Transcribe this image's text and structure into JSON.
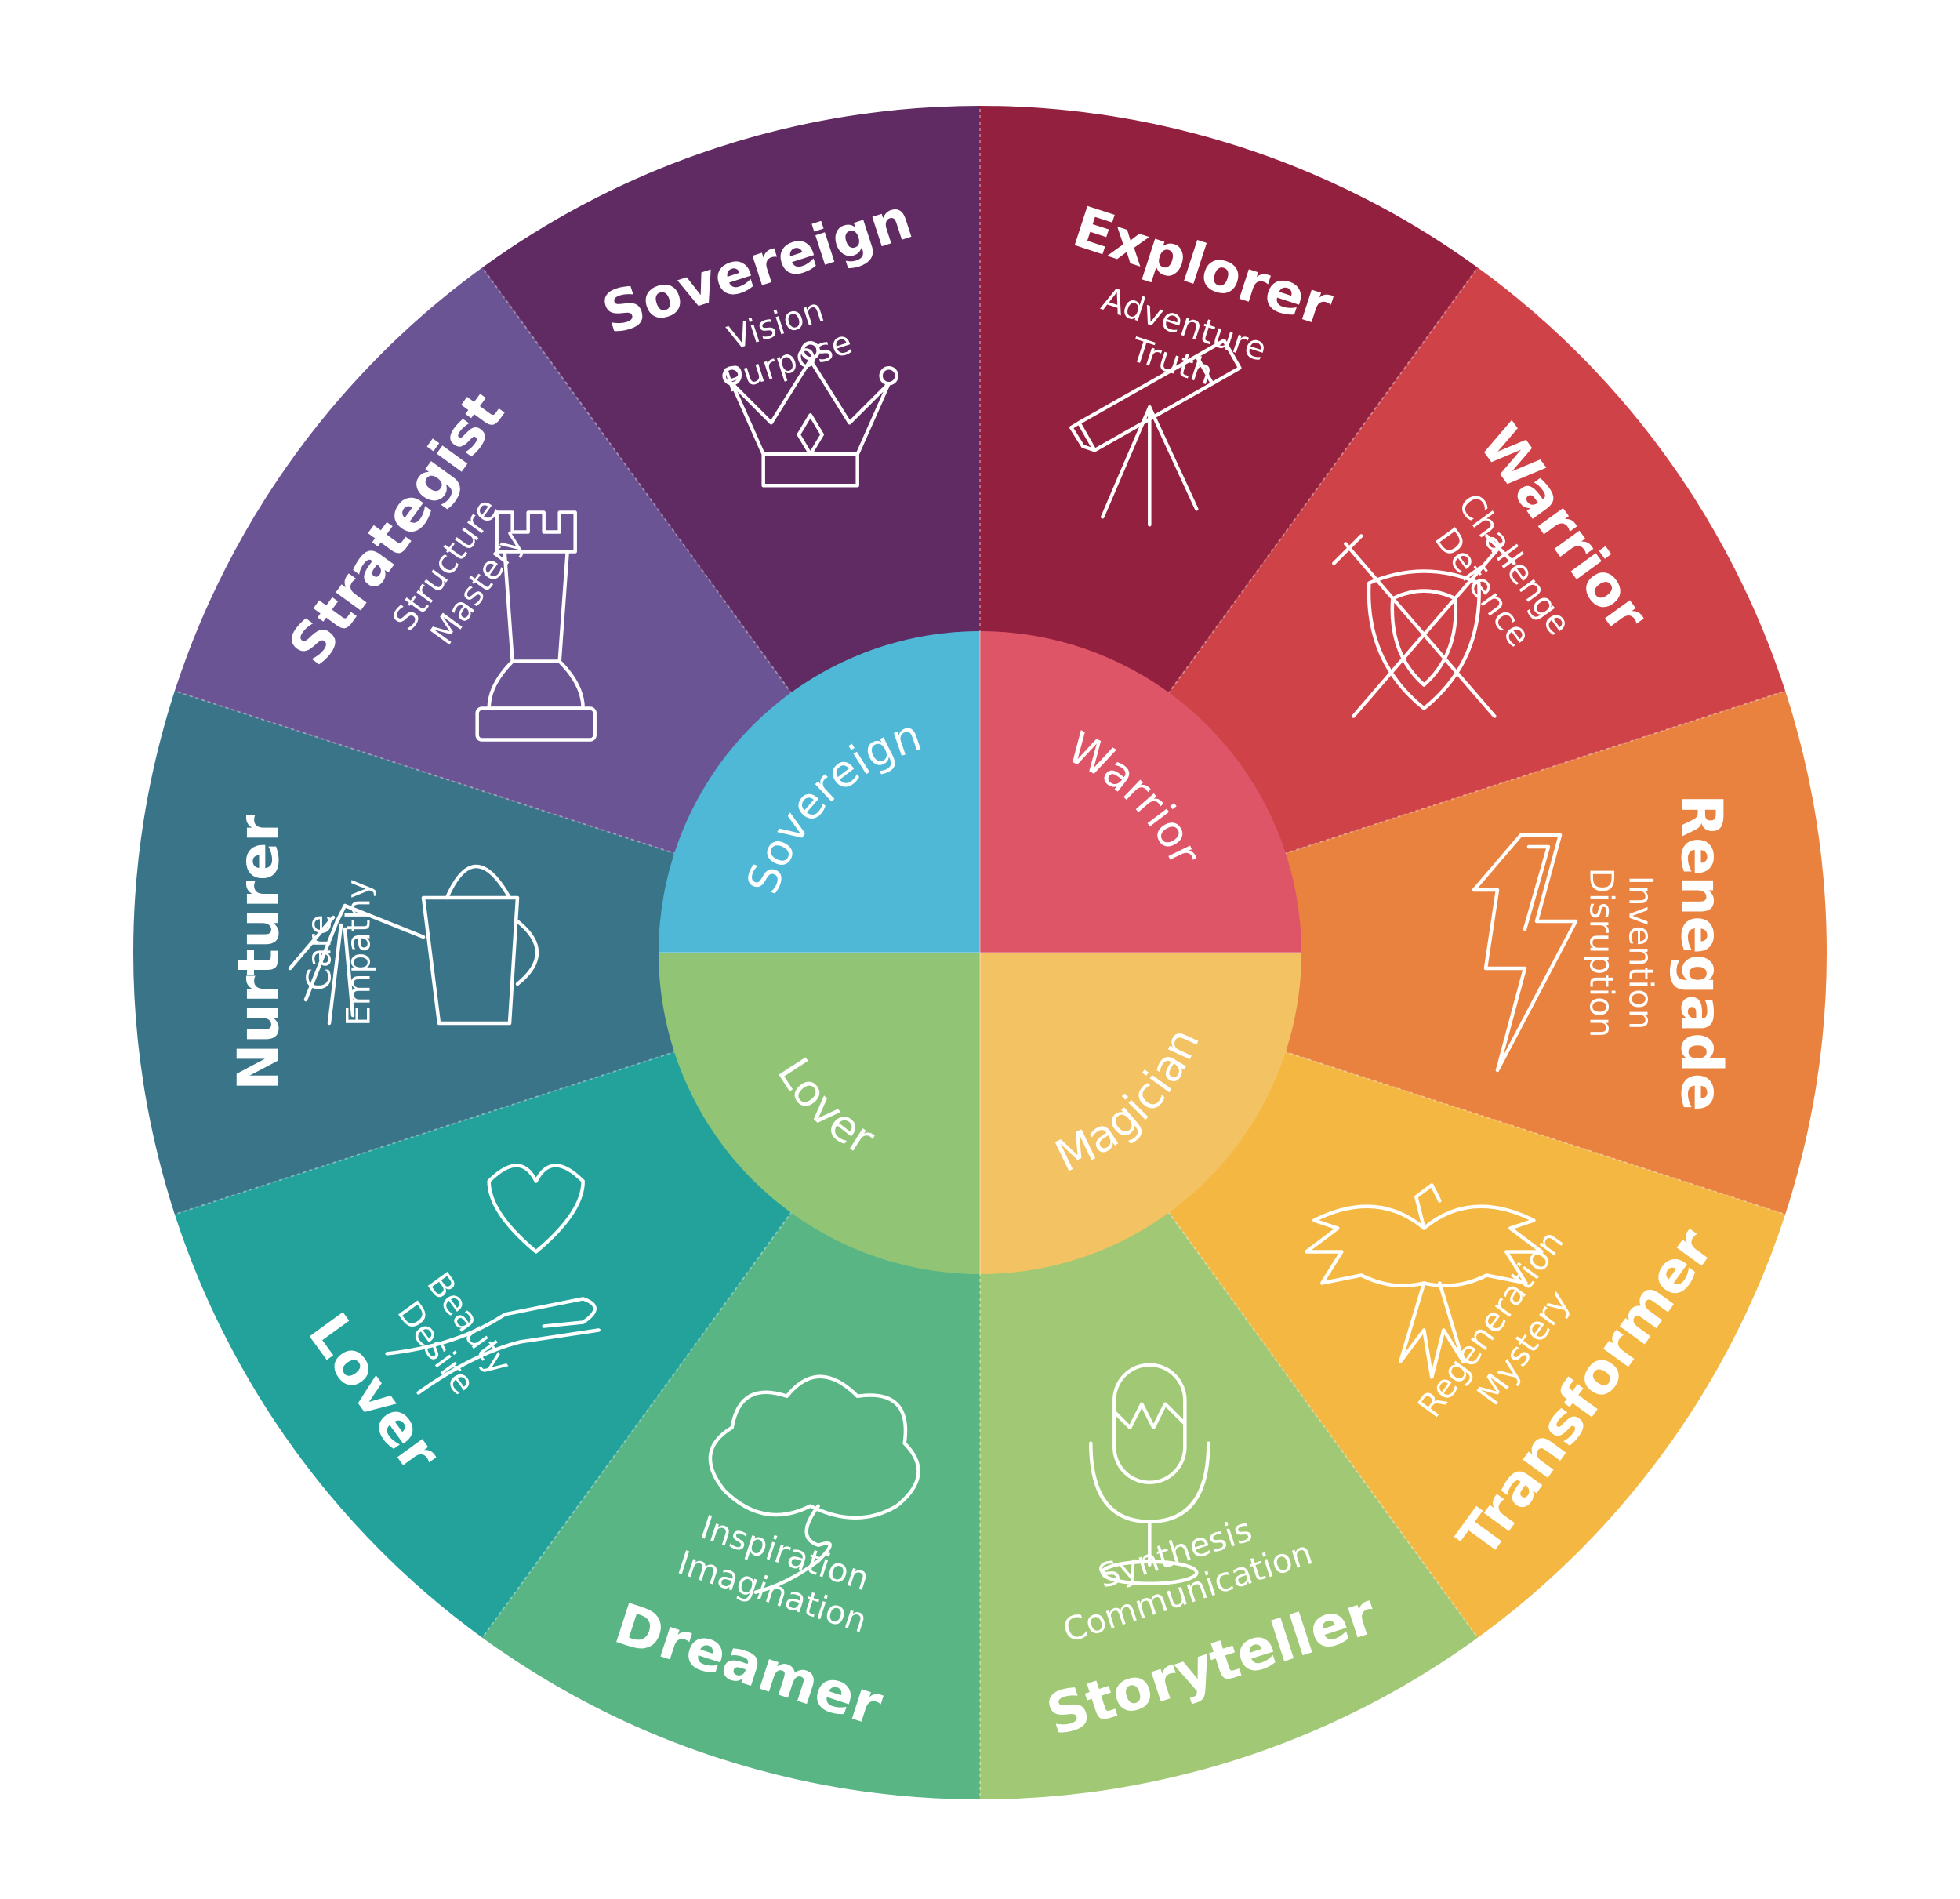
{
  "segments": [
    {
      "title": "Explorer",
      "subtitle": [
        "Adventure",
        "Truth"
      ],
      "color": "#93203f",
      "icon": "telescope-icon"
    },
    {
      "title": "Warrior",
      "subtitle": [
        "Challenge",
        "Defence"
      ],
      "color": "#cf4348",
      "icon": "shield-swords-icon"
    },
    {
      "title": "Renegade",
      "subtitle": [
        "Invention",
        "Disruption"
      ],
      "color": "#e9823f",
      "icon": "lightning-bolt-icon"
    },
    {
      "title": "Transformer",
      "subtitle": [
        "Mystery",
        "Regeneration"
      ],
      "color": "#f3b742",
      "icon": "phoenix-icon"
    },
    {
      "title": "Storyteller",
      "subtitle": [
        "Communication",
        "Synthesis"
      ],
      "color": "#a1c975",
      "icon": "microphone-icon"
    },
    {
      "title": "Dreamer",
      "subtitle": [
        "Imagination",
        "Inspiration"
      ],
      "color": "#5ab585",
      "icon": "cloud-icon"
    },
    {
      "title": "Lover",
      "subtitle": [
        "Desire",
        "Beauty"
      ],
      "color": "#23a29b",
      "icon": "hand-heart-icon"
    },
    {
      "title": "Nurturer",
      "subtitle": [
        "Care",
        "Empathy"
      ],
      "color": "#3a7489",
      "icon": "watering-can-icon"
    },
    {
      "title": "Strategist",
      "subtitle": [
        "Structure",
        "Mastery"
      ],
      "color": "#6b5493",
      "icon": "chess-rook-icon"
    },
    {
      "title": "Sovereign",
      "subtitle": [
        "Vision",
        "Purpose"
      ],
      "color": "#602a62",
      "icon": "crown-icon"
    }
  ],
  "quadrants": [
    {
      "label": "Warrior",
      "color": "#de5568"
    },
    {
      "label": "Magician",
      "color": "#f2c263"
    },
    {
      "label": "Lover",
      "color": "#91c575"
    },
    {
      "label": "Sovereign",
      "color": "#4fb8d6"
    }
  ]
}
